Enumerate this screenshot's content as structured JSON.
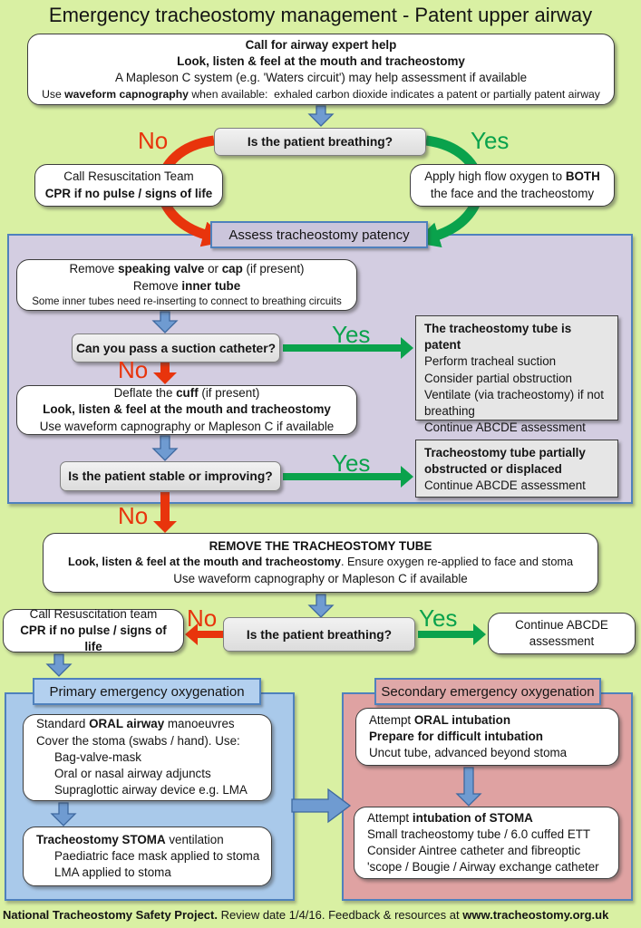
{
  "title": "Emergency tracheostomy management - Patent upper airway",
  "colors": {
    "background": "#d9f0a3",
    "red_accent": "#e8340c",
    "green_accent": "#0aa24c",
    "blue_arrow": "#6f9bd1",
    "purple_panel": "#d3cde1",
    "blue_panel": "#a9c9ea",
    "pink_panel": "#dfa2a2",
    "panel_border": "#4f81bd",
    "decision_gray": "#e6e6e6"
  },
  "labels": {
    "no1": "No",
    "yes1": "Yes",
    "no2": "No",
    "yes2": "Yes",
    "no3": "No",
    "yes3": "Yes",
    "no4": "No",
    "yes4": "Yes"
  },
  "top_box": {
    "lines": [
      [
        {
          "t": "Call for airway expert help",
          "b": true
        }
      ],
      [
        {
          "t": "Look, listen & feel at the mouth and tracheostomy",
          "b": true
        }
      ],
      [
        {
          "t": "A Mapleson C system (e.g. 'Waters circuit') may help assessment if available"
        }
      ],
      [
        {
          "t": "Use "
        },
        {
          "t": "waveform capnography",
          "b": true
        },
        {
          "t": " when available:  exhaled carbon dioxide indicates a patent or partially patent airway"
        }
      ]
    ]
  },
  "decision_breathing_1": "Is the patient breathing?",
  "call_resus_1": {
    "lines": [
      [
        {
          "t": "Call Resuscitation Team"
        }
      ],
      [
        {
          "t": "CPR if no pulse / signs of life",
          "b": true
        }
      ]
    ]
  },
  "apply_oxygen": {
    "lines": [
      [
        {
          "t": "Apply high flow oxygen to "
        },
        {
          "t": "BOTH",
          "b": true
        }
      ],
      [
        {
          "t": "the face and the tracheostomy"
        }
      ]
    ]
  },
  "patency": {
    "header": "Assess tracheostomy patency",
    "remove_box": {
      "lines": [
        [
          {
            "t": "Remove "
          },
          {
            "t": "speaking valve",
            "b": true
          },
          {
            "t": " or "
          },
          {
            "t": "cap",
            "b": true
          },
          {
            "t": " (if present)"
          }
        ],
        [
          {
            "t": "Remove "
          },
          {
            "t": "inner tube",
            "b": true
          }
        ],
        [
          {
            "t": "Some inner tubes need re-inserting to connect to breathing circuits"
          }
        ]
      ]
    },
    "decision_suction": "Can you pass a suction catheter?",
    "patent_box": {
      "lines": [
        [
          {
            "t": "The tracheostomy tube is patent",
            "b": true
          }
        ],
        [
          {
            "t": "Perform tracheal suction"
          }
        ],
        [
          {
            "t": "Consider partial obstruction"
          }
        ],
        [
          {
            "t": "Ventilate (via tracheostomy) if not breathing"
          }
        ],
        [
          {
            "t": "Continue ABCDE assessment"
          }
        ]
      ]
    },
    "deflate_box": {
      "lines": [
        [
          {
            "t": "Deflate the "
          },
          {
            "t": "cuff",
            "b": true
          },
          {
            "t": " (if present)"
          }
        ],
        [
          {
            "t": "Look, listen & feel at the mouth and tracheostomy",
            "b": true
          }
        ],
        [
          {
            "t": "Use waveform capnography or Mapleson C if available"
          }
        ]
      ]
    },
    "decision_stable": "Is the patient stable or improving?",
    "obstructed_box": {
      "lines": [
        [
          {
            "t": "Tracheostomy tube partially obstructed or displaced",
            "b": true
          }
        ],
        [
          {
            "t": "Continue ABCDE assessment"
          }
        ]
      ]
    }
  },
  "remove_tube_box": {
    "lines": [
      [
        {
          "t": "REMOVE THE TRACHEOSTOMY TUBE",
          "b": true
        }
      ],
      [
        {
          "t": "Look, listen & feel at the mouth and tracheostomy",
          "b": true
        },
        {
          "t": ". Ensure oxygen re-applied to face and stoma"
        }
      ],
      [
        {
          "t": "Use waveform capnography or Mapleson C if available"
        }
      ]
    ]
  },
  "decision_breathing_2": "Is the patient breathing?",
  "call_resus_2": {
    "lines": [
      [
        {
          "t": "Call Resuscitation team"
        }
      ],
      [
        {
          "t": "CPR if no pulse / signs of life",
          "b": true
        }
      ]
    ]
  },
  "continue_box": {
    "lines": [
      [
        {
          "t": "Continue ABCDE assessment"
        }
      ]
    ]
  },
  "primary": {
    "header": "Primary emergency oxygenation",
    "box1": {
      "lines": [
        [
          {
            "t": "Standard "
          },
          {
            "t": "ORAL airway",
            "b": true
          },
          {
            "t": " manoeuvres"
          }
        ],
        [
          {
            "t": "Cover the stoma (swabs / hand). Use:"
          }
        ],
        [
          {
            "t": "Bag-valve-mask"
          }
        ],
        [
          {
            "t": "Oral or nasal airway adjuncts"
          }
        ],
        [
          {
            "t": "Supraglottic airway device e.g. LMA"
          }
        ]
      ]
    },
    "box2": {
      "lines": [
        [
          {
            "t": "Tracheostomy STOMA",
            "b": true
          },
          {
            "t": " ventilation"
          }
        ],
        [
          {
            "t": "Paediatric face mask applied to stoma"
          }
        ],
        [
          {
            "t": "LMA applied to stoma"
          }
        ]
      ]
    }
  },
  "secondary": {
    "header": "Secondary emergency oxygenation",
    "box1": {
      "lines": [
        [
          {
            "t": "Attempt "
          },
          {
            "t": "ORAL intubation",
            "b": true
          }
        ],
        [
          {
            "t": "Prepare for difficult intubation",
            "b": true
          }
        ],
        [
          {
            "t": "Uncut tube, advanced beyond stoma"
          }
        ]
      ]
    },
    "box2": {
      "lines": [
        [
          {
            "t": "Attempt "
          },
          {
            "t": "intubation of STOMA",
            "b": true
          }
        ],
        [
          {
            "t": "Small tracheostomy tube / 6.0 cuffed ETT"
          }
        ],
        [
          {
            "t": "Consider Aintree catheter and fibreoptic 'scope / Bougie / Airway exchange catheter"
          }
        ]
      ]
    }
  },
  "footer": {
    "project": "National Tracheostomy Safety Project.",
    "middle": " Review date 1/4/16. Feedback & resources at ",
    "url": "www.tracheostomy.org.uk"
  }
}
